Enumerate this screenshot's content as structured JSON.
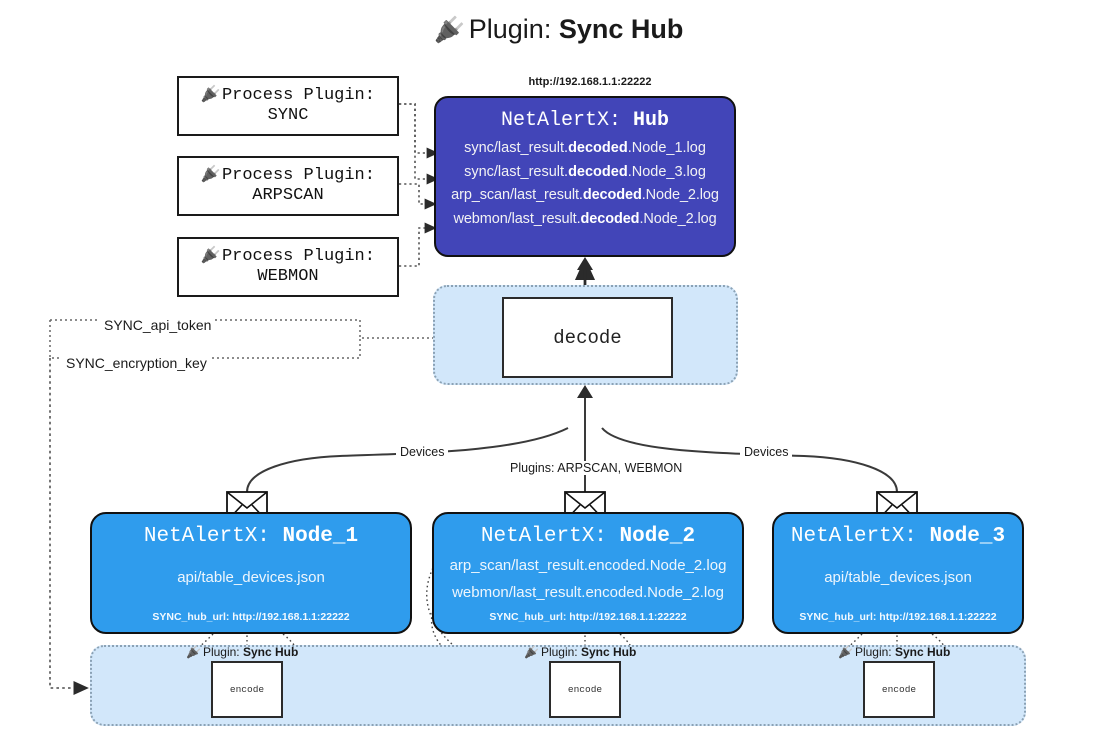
{
  "title": {
    "icon": "plug-icon",
    "light": "Plugin: ",
    "bold": "Sync Hub"
  },
  "process_plugins": [
    {
      "icon": "plug-icon",
      "line1": "Process Plugin:",
      "line2": "SYNC"
    },
    {
      "icon": "plug-icon",
      "line1": "Process Plugin:",
      "line2": "ARPSCAN"
    },
    {
      "icon": "plug-icon",
      "line1": "Process Plugin:",
      "line2": "WEBMON"
    }
  ],
  "hub": {
    "url": "http://192.168.1.1:22222",
    "title_light": "NetAlertX: ",
    "title_bold": "Hub",
    "logs": [
      {
        "pre": "sync/last_result.",
        "bold": "decoded",
        "post": ".Node_1.log"
      },
      {
        "pre": "sync/last_result.",
        "bold": "decoded",
        "post": ".Node_3.log"
      },
      {
        "pre": "arp_scan/last_result.",
        "bold": "decoded",
        "post": ".Node_2.log"
      },
      {
        "pre": "webmon/last_result.",
        "bold": "decoded",
        "post": ".Node_2.log"
      }
    ]
  },
  "decode": {
    "label": "decode"
  },
  "tokens": {
    "api": "SYNC_api_token",
    "encryption": "SYNC_encryption_key"
  },
  "edges": {
    "devices_left": "Devices",
    "devices_right": "Devices",
    "plugins_middle": "Plugins: ARPSCAN, WEBMON"
  },
  "nodes": [
    {
      "title_light": "NetAlertX: ",
      "title_bold": "Node_1",
      "lines": [
        "api/table_devices.json"
      ],
      "hub_url_label": "SYNC_hub_url: http://192.168.1.1:22222"
    },
    {
      "title_light": "NetAlertX: ",
      "title_bold": "Node_2",
      "lines": [
        "arp_scan/last_result.encoded.Node_2.log",
        "webmon/last_result.encoded.Node_2.log"
      ],
      "hub_url_label": "SYNC_hub_url: http://192.168.1.1:22222"
    },
    {
      "title_light": "NetAlertX: ",
      "title_bold": "Node_3",
      "lines": [
        "api/table_devices.json"
      ],
      "hub_url_label": "SYNC_hub_url: http://192.168.1.1:22222"
    }
  ],
  "encoders": [
    {
      "caption_light": "Plugin: ",
      "caption_bold": "Sync Hub",
      "label": "encode"
    },
    {
      "caption_light": "Plugin: ",
      "caption_bold": "Sync Hub",
      "label": "encode"
    },
    {
      "caption_light": "Plugin: ",
      "caption_bold": "Sync Hub",
      "label": "encode"
    }
  ],
  "colors": {
    "hub_fill": "#4245b8",
    "node_fill": "#2f9ced",
    "container_fill": "#d2e7fa",
    "stroke": "#111111",
    "dotted_stroke": "#8ba2b5",
    "background": "#ffffff"
  }
}
